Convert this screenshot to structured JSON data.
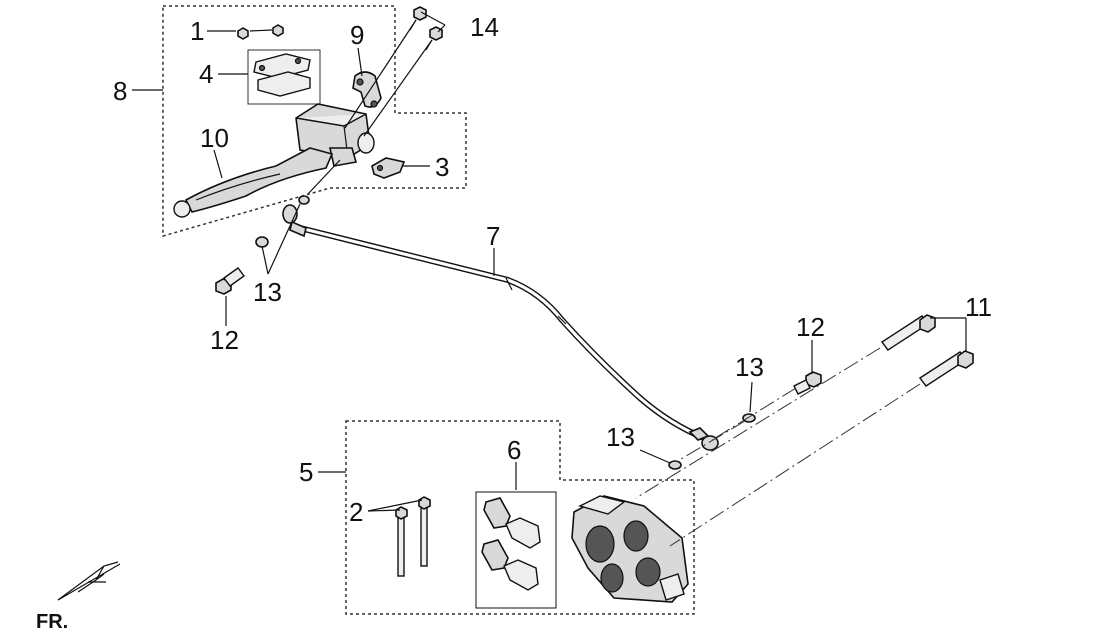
{
  "callouts": {
    "c1": "1",
    "c2": "2",
    "c3": "3",
    "c4": "4",
    "c5": "5",
    "c6": "6",
    "c7": "7",
    "c8": "8",
    "c9": "9",
    "c10": "10",
    "c11": "11",
    "c12a": "12",
    "c12b": "12",
    "c13a": "13",
    "c13b": "13",
    "c13c": "13",
    "c14": "14"
  },
  "front_indicator": "FR."
}
